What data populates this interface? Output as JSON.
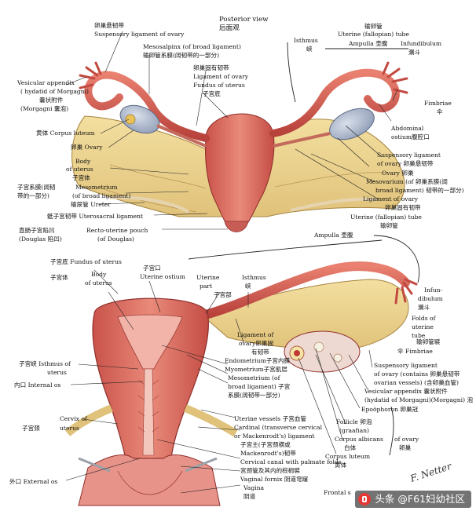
{
  "posterior": {
    "title_en": "Posterior view",
    "title_zh": "后面观",
    "labels": [
      {
        "id": "ovary-lig-zh",
        "text": "卵巢悬韧带"
      },
      {
        "id": "ovary-lig-en",
        "text": "Suspensory ligament of ovary"
      },
      {
        "id": "mesosalpinx-en",
        "text": "Mesosalpinx (of broad ligament)"
      },
      {
        "id": "mesosalpinx-zh",
        "text": "输卵管系膜(阔韧带的一部分)"
      },
      {
        "id": "prop-lig-zh",
        "text": "卵巢固有韧带"
      },
      {
        "id": "prop-lig-en1",
        "text": "Ligament of ovary"
      },
      {
        "id": "fundus-en",
        "text": "Fundus of uterus"
      },
      {
        "id": "fundus-zh",
        "text": "子宫底"
      },
      {
        "id": "ves-app-en1",
        "text": "Vesicular appendix"
      },
      {
        "id": "ves-app-en2",
        "text": "( hydatid of Morgagni)"
      },
      {
        "id": "ves-app-zh1",
        "text": "囊状附件"
      },
      {
        "id": "ves-app-zh2",
        "text": "(Morgagni 囊泡)"
      },
      {
        "id": "corpus-luteum",
        "text": "黄体 Corpus luteum"
      },
      {
        "id": "ovary",
        "text": "卵巢 Ovary"
      },
      {
        "id": "body-en1",
        "text": "Body"
      },
      {
        "id": "body-en2",
        "text": "of uterus"
      },
      {
        "id": "body-zh",
        "text": "子宫体"
      },
      {
        "id": "mesometrium-zh1",
        "text": "子宫系膜(阔韧"
      },
      {
        "id": "mesometrium-en1",
        "text": "Mesometrium"
      },
      {
        "id": "mesometrium-zh2",
        "text": "带的一部分)"
      },
      {
        "id": "mesometrium-en2",
        "text": "(of broad ligament)"
      },
      {
        "id": "ureter",
        "text": "输尿管 Ureter"
      },
      {
        "id": "uterosacral",
        "text": "骶子宫韧带 Uterosacral ligament"
      },
      {
        "id": "douglas-zh",
        "text": "直肠子宫陷凹"
      },
      {
        "id": "douglas-en1",
        "text": "Recto-uterine pouch"
      },
      {
        "id": "douglas-zh2",
        "text": "(Douglas 陷凹)"
      },
      {
        "id": "douglas-en2",
        "text": "(of Douglas)"
      },
      {
        "id": "oviduct-zh",
        "text": "输卵管"
      },
      {
        "id": "tube-en",
        "text": "Uterine (fallopian) tube"
      },
      {
        "id": "isthmus-en",
        "text": "Isthmus"
      },
      {
        "id": "isthmus-zh",
        "text": "峡"
      },
      {
        "id": "ampulla",
        "text": "Ampulla 壶腹"
      },
      {
        "id": "infund-en",
        "text": "Infundibulum"
      },
      {
        "id": "infund-zh",
        "text": "漏斗"
      },
      {
        "id": "fimbriae-en",
        "text": "Fimbriae"
      },
      {
        "id": "fimbriae-zh",
        "text": "伞"
      },
      {
        "id": "ostium-en",
        "text": "Abdominal"
      },
      {
        "id": "ostium-en2",
        "text": "ostium腹腔口"
      },
      {
        "id": "susp2-en1",
        "text": "Suspensory ligament"
      },
      {
        "id": "susp2-en2",
        "text": "of ovary 卵巢悬韧带"
      },
      {
        "id": "ovary2",
        "text": "Ovary 卵巢"
      },
      {
        "id": "mesovarium-en",
        "text": "Mesovarium (of 卵巢系膜(阔"
      },
      {
        "id": "mesovarium-en2",
        "text": "broad ligament) 韧带的一部分)"
      },
      {
        "id": "lig-ovary2-en",
        "text": "Ligament of ovary"
      },
      {
        "id": "lig-ovary2-zh",
        "text": "卵巢固有韧带"
      }
    ]
  },
  "frontal": {
    "caption": "Frontal s",
    "labels": [
      {
        "id": "tube2-en",
        "text": "Uterine (fallopian) tube"
      },
      {
        "id": "tube2-zh",
        "text": "输卵管"
      },
      {
        "id": "ampulla2",
        "text": "Ampulla 壶腹"
      },
      {
        "id": "fundus2",
        "text": "子宫底 Fundus of uterus"
      },
      {
        "id": "ostium-zh",
        "text": "子宫口"
      },
      {
        "id": "ostium-en",
        "text": "Uterine ostium"
      },
      {
        "id": "uterine-part-en1",
        "text": "Uterine"
      },
      {
        "id": "uterine-part-en2",
        "text": "part"
      },
      {
        "id": "uterine-part-zh",
        "text": "子宫部"
      },
      {
        "id": "isthmus2-en",
        "text": "Isthmus"
      },
      {
        "id": "isthmus2-zh",
        "text": "峡"
      },
      {
        "id": "body2-zh",
        "text": "子宫体"
      },
      {
        "id": "body2-en1",
        "text": "Body"
      },
      {
        "id": "body2-en2",
        "text": "of uterus"
      },
      {
        "id": "infund2-en1",
        "text": "Infun-"
      },
      {
        "id": "infund2-en2",
        "text": "dibulum"
      },
      {
        "id": "infund2-zh",
        "text": "漏斗"
      },
      {
        "id": "folds-en1",
        "text": "Folds of"
      },
      {
        "id": "folds-en2",
        "text": "uterine"
      },
      {
        "id": "folds-en3",
        "text": "tube"
      },
      {
        "id": "folds-zh",
        "text": "输卵管襞"
      },
      {
        "id": "fimbriae2",
        "text": "伞 Fimbriae"
      },
      {
        "id": "lig-ov3-en1",
        "text": "Ligament of"
      },
      {
        "id": "lig-ov3-en2",
        "text": "ovary卵巢固"
      },
      {
        "id": "lig-ov3-zh",
        "text": "有韧带"
      },
      {
        "id": "endometrium",
        "text": "Endometrium子宫内膜"
      },
      {
        "id": "myometrium",
        "text": "Myometrium子宫肌层"
      },
      {
        "id": "mesometrium3-en1",
        "text": "Mesometrium (of"
      },
      {
        "id": "mesometrium3-en2",
        "text": "broad ligament) 子宫"
      },
      {
        "id": "mesometrium3-zh",
        "text": "系膜(阔韧带一部分)"
      },
      {
        "id": "isthmus-ut-zh",
        "text": "子宫峡 Isthmus of"
      },
      {
        "id": "isthmus-ut-en",
        "text": "uterus"
      },
      {
        "id": "internal-os",
        "text": "内口 Internal os"
      },
      {
        "id": "cervix-en1",
        "text": "Cervix of"
      },
      {
        "id": "cervix-zh",
        "text": "子宫颈"
      },
      {
        "id": "cervix-en2",
        "text": "uterus"
      },
      {
        "id": "external-os",
        "text": "外口 External os"
      },
      {
        "id": "ut-vessels",
        "text": "Uterine vessels 子宫血管"
      },
      {
        "id": "cardinal-en1",
        "text": "Cardinal (transverse cervical"
      },
      {
        "id": "cardinal-en2",
        "text": "or Mackenrodt's) ligament"
      },
      {
        "id": "cardinal-zh1",
        "text": "子宫主(子宫颈横或"
      },
      {
        "id": "cardinal-zh2",
        "text": "Mackenrodt's)韧带"
      },
      {
        "id": "canal-en",
        "text": "Cervical canal with palmate folds"
      },
      {
        "id": "canal-zh",
        "text": "宫颈管及其内的棕榈襞"
      },
      {
        "id": "fornix",
        "text": "Vaginal fornix 阴道穹窿"
      },
      {
        "id": "vagina-en",
        "text": "Vagina"
      },
      {
        "id": "vagina-zh",
        "text": "阴道"
      },
      {
        "id": "susp3-zh1",
        "text": "Suspensory ligament"
      },
      {
        "id": "susp3-en1",
        "text": "of ovary (contains 卵巢悬韧带"
      },
      {
        "id": "susp3-en2",
        "text": "ovarian vessels) (含卵巢血管)"
      },
      {
        "id": "ves3-en1",
        "text": "Vesicular appendix 囊状附件"
      },
      {
        "id": "ves3-en2",
        "text": "(hydatid of Morgagni)(Morgagni) 泡"
      },
      {
        "id": "epoophoron",
        "text": "Epoöphoron 卵巢冠"
      },
      {
        "id": "follicle-en1",
        "text": "Follicle 卵泡"
      },
      {
        "id": "follicle-en2",
        "text": "(graafian)"
      },
      {
        "id": "albicans-en",
        "text": "Corpus albicans"
      },
      {
        "id": "albicans-zh",
        "text": "白体"
      },
      {
        "id": "luteum3-en",
        "text": "Corpus luteum"
      },
      {
        "id": "luteum3-zh",
        "text": "黄体"
      },
      {
        "id": "ofovary-en",
        "text": "of ovary"
      },
      {
        "id": "ofovary-zh",
        "text": "卵巢"
      }
    ]
  },
  "watermark": {
    "text": "头条 @F61妇幼社区"
  },
  "signature": {
    "text": "F. Netter"
  }
}
